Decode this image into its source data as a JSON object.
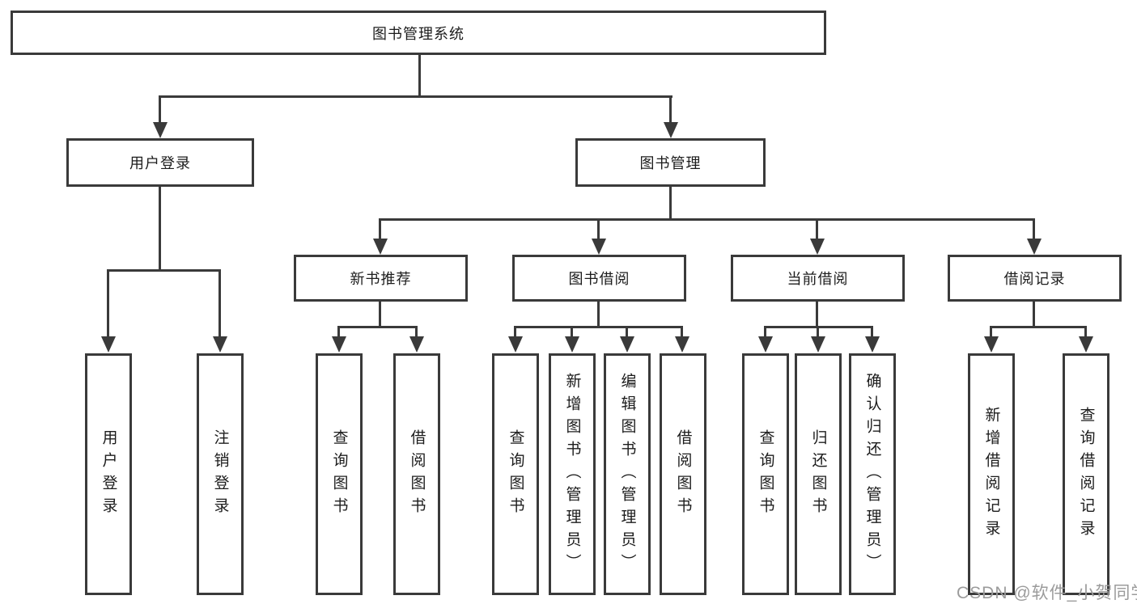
{
  "tree": {
    "label": "图书管理系统",
    "children": [
      {
        "label": "用户登录",
        "children": [
          {
            "label": "用户登录"
          },
          {
            "label": "注销登录"
          }
        ]
      },
      {
        "label": "图书管理",
        "children": [
          {
            "label": "新书推荐",
            "children": [
              {
                "label": "查询图书"
              },
              {
                "label": "借阅图书"
              }
            ]
          },
          {
            "label": "图书借阅",
            "children": [
              {
                "label": "查询图书"
              },
              {
                "label": "新增图书（管理员）"
              },
              {
                "label": "编辑图书（管理员）"
              },
              {
                "label": "借阅图书"
              }
            ]
          },
          {
            "label": "当前借阅",
            "children": [
              {
                "label": "查询图书"
              },
              {
                "label": "归还图书"
              },
              {
                "label": "确认归还（管理员）"
              }
            ]
          },
          {
            "label": "借阅记录",
            "children": [
              {
                "label": "新增借阅记录"
              },
              {
                "label": "查询借阅记录"
              }
            ]
          }
        ]
      }
    ]
  },
  "watermark": "CSDN @软件_小贺同学",
  "colors": {
    "line": "#3a3a3a",
    "box_background": "#ffffff",
    "text": "#1c1c1c",
    "watermark": "#9b9b9b"
  }
}
